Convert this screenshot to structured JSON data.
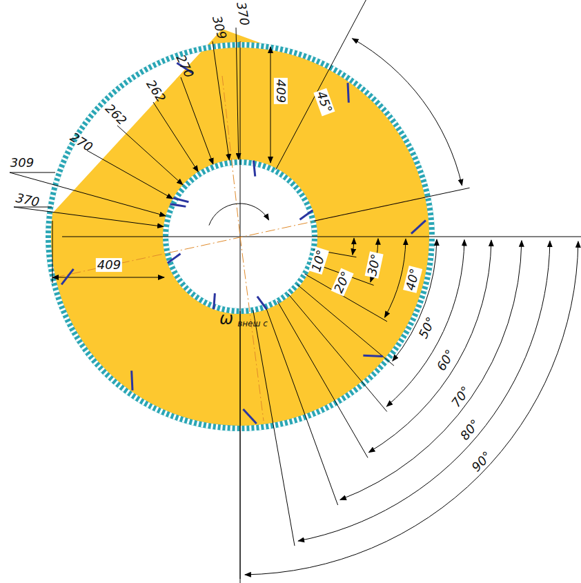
{
  "diagram": {
    "labels": [
      "370",
      "309",
      "270",
      "262",
      "262",
      "270",
      "309",
      "370",
      "409",
      "409",
      "45°",
      "10°",
      "20°",
      "30°",
      "40°",
      "50°",
      "60°",
      "70°",
      "80°",
      "90°",
      "ω",
      "внеш с"
    ]
  }
}
